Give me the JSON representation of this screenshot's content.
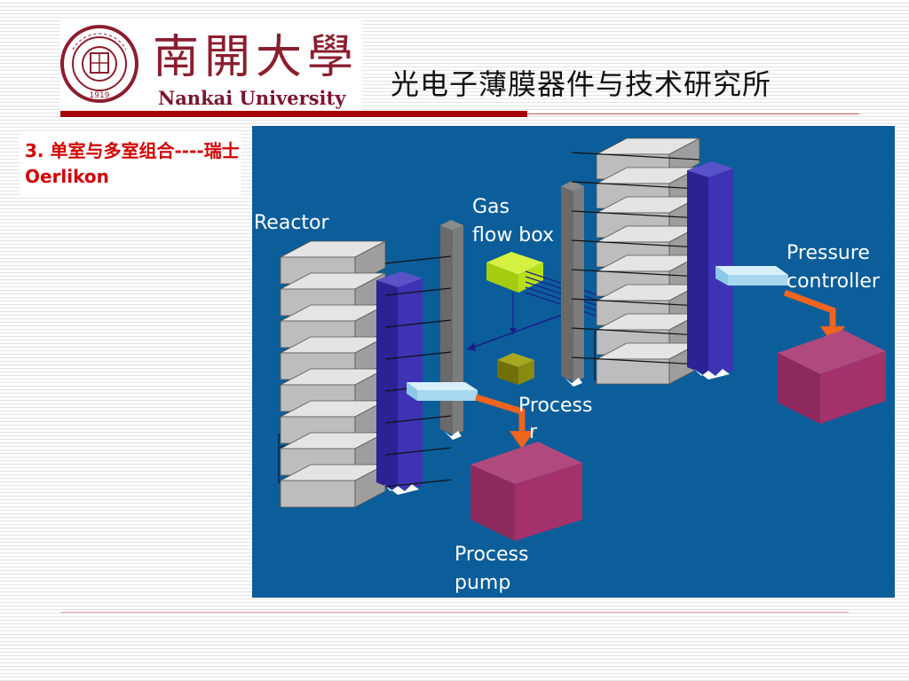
{
  "header": {
    "university_cn": "南開大學",
    "university_en": "Nankai University",
    "seal_text": "NANKAI UNIVERSITY",
    "seal_year": "1919",
    "institute_title": "光电子薄膜器件与技术研究所"
  },
  "slide": {
    "subtitle_part1": "3. 单室与多室组合----",
    "subtitle_part2": "瑞士Oerlikon"
  },
  "diagram": {
    "labels": {
      "reactor": "Reactor",
      "gas_flow_box_line1": "Gas",
      "gas_flow_box_line2": "flow box",
      "pressure_line1": "Pressure",
      "pressure_line2": "controller",
      "process_label": "Process",
      "process_partial": "r",
      "pump_line1": "Process",
      "pump_line2": "pump"
    },
    "colors": {
      "background": "#0b5e9a",
      "column": "#3a2fa4",
      "plate": "#cfcfcf",
      "gas_box": "#b7e01a",
      "process_box": "#8a8a10",
      "pump": "#a3316b",
      "arrow": "#f0641e",
      "pipe": "#a8d8f0"
    }
  }
}
